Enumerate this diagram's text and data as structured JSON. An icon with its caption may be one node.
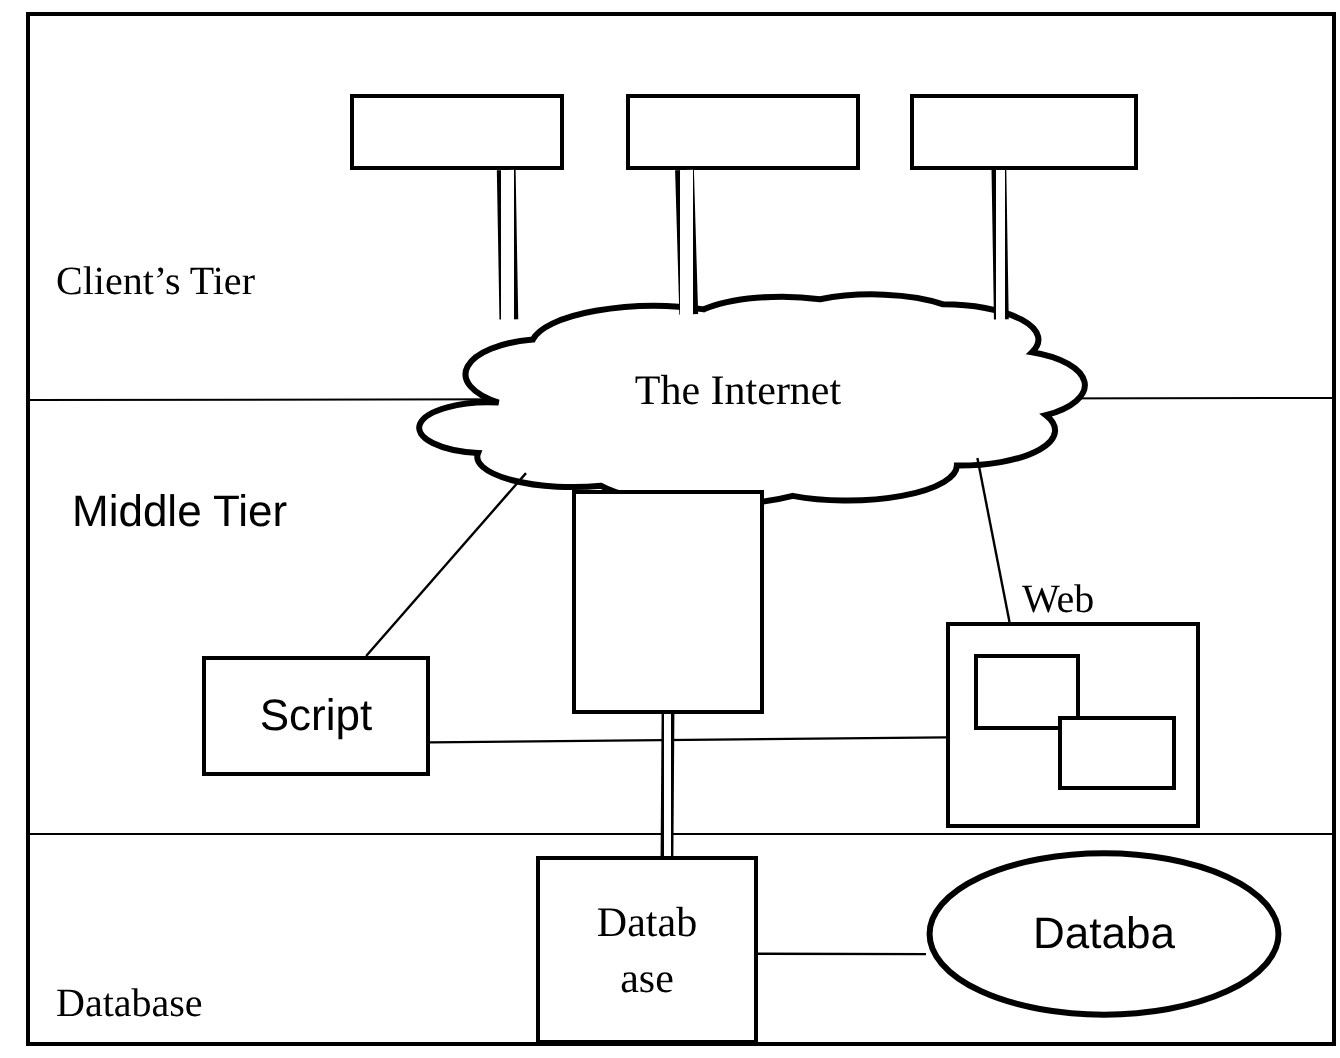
{
  "diagram": {
    "nodes": [
      {
        "text": [],
        "shape": "box"
      },
      {
        "text": [],
        "shape": "box"
      },
      {
        "text": [],
        "shape": "box"
      },
      {
        "text": [
          "The Internet"
        ]
      },
      {
        "text": [],
        "shape": "box"
      },
      {
        "text": [
          "Script"
        ]
      },
      {
        "text": [
          "Web"
        ]
      },
      {
        "text": [],
        "shape": "box",
        "in": 6
      },
      {
        "text": [],
        "shape": "box",
        "in": 6
      },
      {
        "text": [
          "Datab ase"
        ]
      },
      {
        "text": [
          "Databa"
        ]
      }
    ],
    "edges": [
      {
        "from": 0,
        "to": 3,
        "arrow": "none"
      },
      {
        "from": 1,
        "to": 3,
        "arrow": "none"
      },
      {
        "from": 2,
        "to": 3,
        "arrow": "none"
      },
      {
        "from": 3,
        "to": 5,
        "arrow": "none"
      },
      {
        "from": 3,
        "to": 6,
        "arrow": "none"
      },
      {
        "from": 5,
        "to": 6,
        "arrow": "none"
      },
      {
        "from": 4,
        "to": 9,
        "arrow": "none"
      },
      {
        "from": 9,
        "to": 10,
        "arrow": "none"
      }
    ],
    "labels": [
      "Client’s Tier",
      "Middle Tier",
      "Database"
    ]
  }
}
